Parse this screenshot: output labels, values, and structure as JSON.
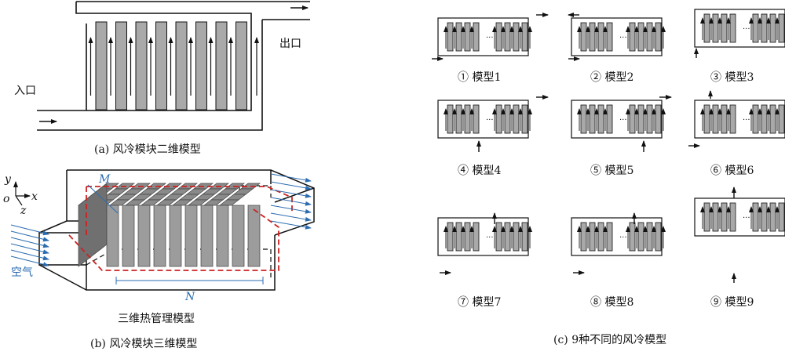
{
  "panel_a": {
    "inlet_label": "入口",
    "outlet_label": "出口",
    "caption": "(a) 风冷模块二维模型"
  },
  "panel_b": {
    "axis_y": "y",
    "axis_x": "x",
    "axis_z": "z",
    "axis_o": "o",
    "dim_M": "M",
    "dim_N": "N",
    "air_label": "空气",
    "sublabel": "三维热管理模型",
    "caption": "(b) 风冷模块三维模型"
  },
  "panel_c": {
    "caption": "(c) 9种不同的风冷模型",
    "models": [
      {
        "label": "① 模型1"
      },
      {
        "label": "② 模型2"
      },
      {
        "label": "③ 模型3"
      },
      {
        "label": "④ 模型4"
      },
      {
        "label": "⑤ 模型5"
      },
      {
        "label": "⑥ 模型6"
      },
      {
        "label": "⑦ 模型7"
      },
      {
        "label": "⑧ 模型8"
      },
      {
        "label": "⑨ 模型9"
      }
    ]
  },
  "colors": {
    "cell_fill": "#a9a9a9",
    "air_blue": "#2b6cb0",
    "dash_red": "#cc2222"
  }
}
